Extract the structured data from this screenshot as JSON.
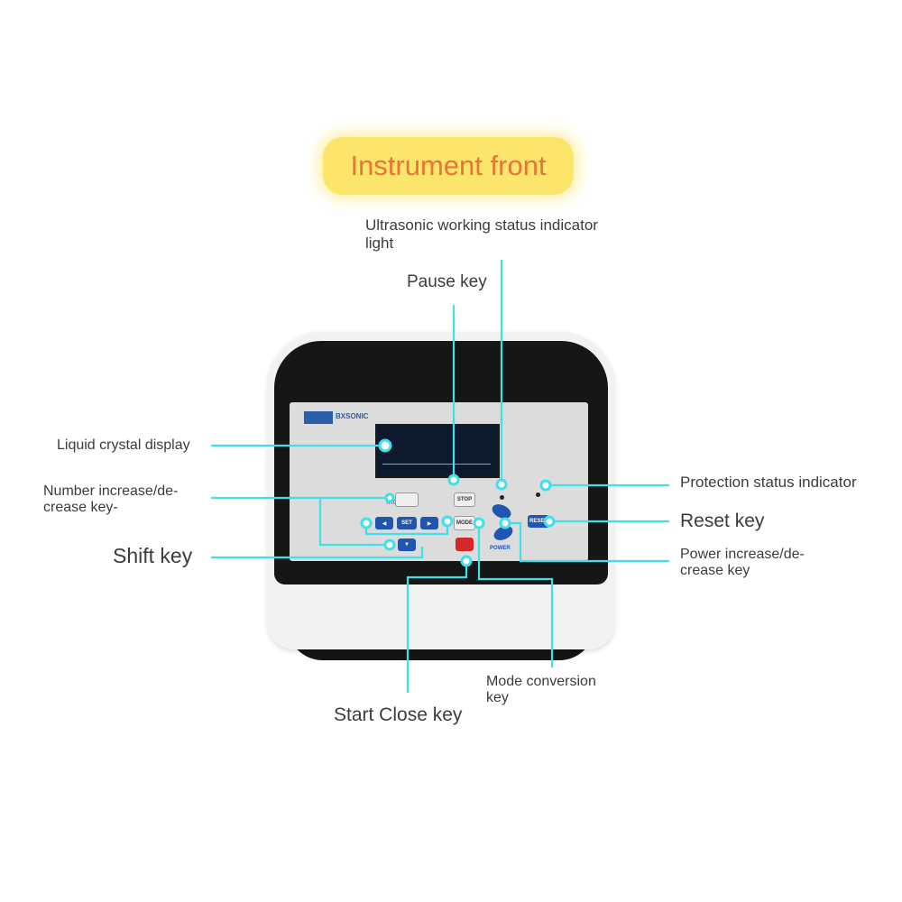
{
  "title": "Instrument front",
  "device": {
    "brand": "BXSONIC",
    "keys": {
      "left": "◀",
      "set": "SET",
      "right": "▶",
      "down": "▼",
      "stop": "STOP",
      "mode": "MODE",
      "reset": "RESET",
      "power": "POWER"
    },
    "mini_label": "Mo[fi"
  },
  "labels": {
    "ultrasonic_indicator": "Ultrasonic working status indicator light",
    "pause_key": "Pause key",
    "liquid_crystal_display": "Liquid crystal display",
    "number_key": "Number increase/de-crease key-",
    "shift_key": "Shift key",
    "protection_indicator": "Protection status indicator",
    "reset_key": "Reset key",
    "power_key": "Power increase/de-crease key",
    "mode_key": "Mode conversion key",
    "start_close_key": "Start Close key"
  },
  "colors": {
    "banner": "#fbe56a",
    "title_text": "#e8743a",
    "callout": "#3fe0ea",
    "key_blue": "#1f56b2",
    "key_red": "#d22a2a"
  }
}
